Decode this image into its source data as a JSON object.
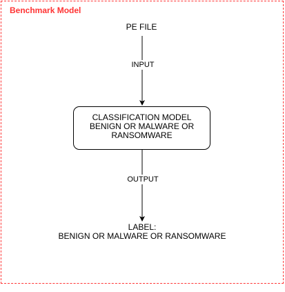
{
  "frame": {
    "title": "Benchmark Model",
    "border_color": "#ff3333"
  },
  "nodes": {
    "input_file": "PE FILE",
    "model": {
      "lines": [
        "CLASSIFICATION MODEL",
        "BENIGN OR MALWARE OR",
        "RANSOMWARE"
      ]
    },
    "label": {
      "lines": [
        "LABEL:",
        "BENIGN OR MALWARE OR RANSOMWARE"
      ]
    }
  },
  "edges": {
    "input_label": "INPUT",
    "output_label": "OUTPUT"
  }
}
